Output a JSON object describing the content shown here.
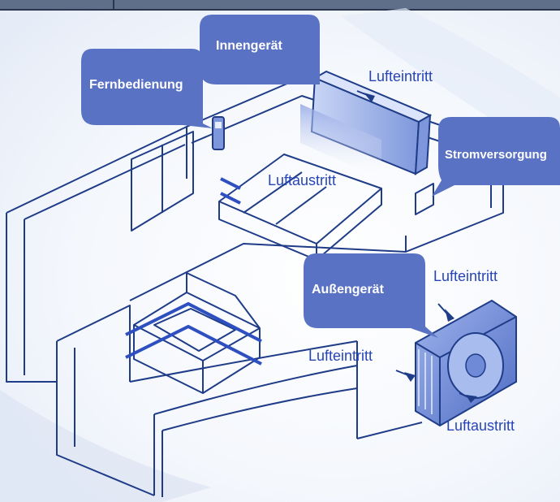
{
  "callouts": {
    "innengeraet": "Innengerät",
    "fernbedienung": "Fernbedienung",
    "stromversorgung": "Stromversorgung",
    "aussengeraet": "Außengerät"
  },
  "airflow": {
    "indoor_inlet": "Lufteintritt",
    "indoor_outlet": "Luftaustritt",
    "outdoor_inlet_top": "Lufteintritt",
    "outdoor_inlet_side": "Lufteintritt",
    "outdoor_outlet": "Luftaustritt"
  },
  "colors": {
    "bubble": "#5a72c4",
    "line": "#1f3c88",
    "text_blue": "#2745b8",
    "unit_blue": "#6f8bd8"
  }
}
